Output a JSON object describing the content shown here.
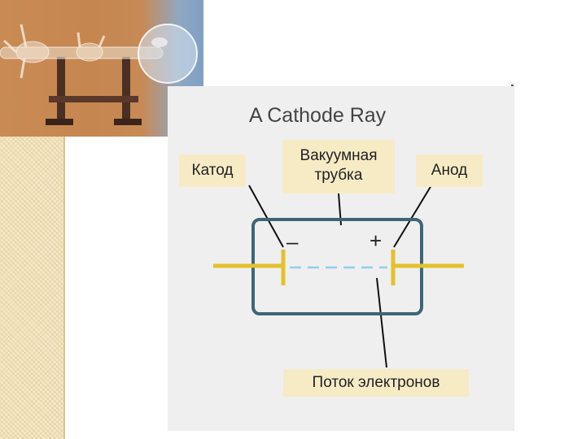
{
  "diagram": {
    "title": "A Cathode Ray",
    "labels": {
      "cathode": "Катод",
      "tube_line1": "Вакуумная",
      "tube_line2": "трубка",
      "anode": "Анод",
      "electron_stream": "Поток электронов"
    },
    "signs": {
      "negative": "–",
      "positive": "+"
    }
  },
  "colors": {
    "panel_bg": "#efefef",
    "label_bg": "#f7ebc6",
    "tube_outline": "#3d6675",
    "electrode": "#e3c22a",
    "beam": "#8fd0ea",
    "leader_line": "#111111"
  }
}
